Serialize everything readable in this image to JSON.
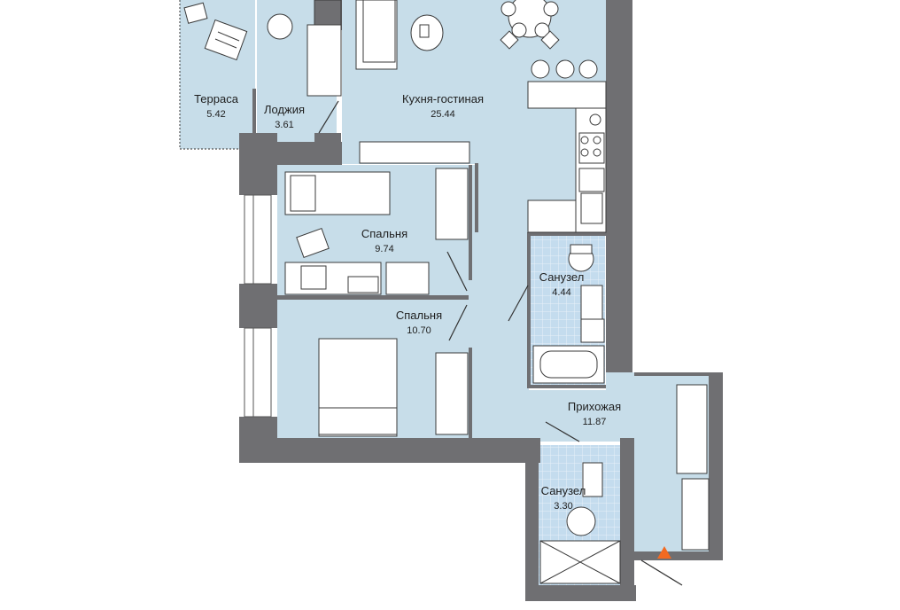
{
  "rooms": {
    "terrace": {
      "name": "Терраса",
      "area": "5.42"
    },
    "loggia": {
      "name": "Лоджия",
      "area": "3.61"
    },
    "kitchen": {
      "name": "Кухня-гостиная",
      "area": "25.44"
    },
    "bedroom1": {
      "name": "Спальня",
      "area": "9.74"
    },
    "bedroom2": {
      "name": "Спальня",
      "area": "10.70"
    },
    "bath1": {
      "name": "Санузел",
      "area": "4.44"
    },
    "hall": {
      "name": "Прихожая",
      "area": "11.87"
    },
    "bath2": {
      "name": "Санузел",
      "area": "3.30"
    }
  },
  "colors": {
    "floor": "#c7dde9",
    "wall": "#6f6f72",
    "tile": "#b7d3ea",
    "furniture": "#ffffff",
    "line": "#3a3a3a",
    "entrance": "#f26a21"
  }
}
